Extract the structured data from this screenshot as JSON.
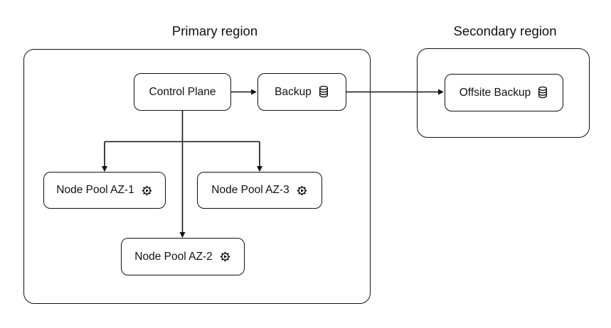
{
  "regions": {
    "primary": {
      "label": "Primary region"
    },
    "secondary": {
      "label": "Secondary region"
    }
  },
  "nodes": {
    "control_plane": {
      "label": "Control Plane"
    },
    "backup": {
      "label": "Backup",
      "icon": "database-icon"
    },
    "offsite_backup": {
      "label": "Offsite Backup",
      "icon": "database-icon"
    },
    "node_pool_az1": {
      "label": "Node Pool AZ-1",
      "icon": "gear-icon"
    },
    "node_pool_az3": {
      "label": "Node Pool AZ-3",
      "icon": "gear-icon"
    },
    "node_pool_az2": {
      "label": "Node Pool AZ-2",
      "icon": "gear-icon"
    }
  },
  "edges": [
    {
      "from": "Control Plane",
      "to": "Backup",
      "type": "arrow"
    },
    {
      "from": "Backup",
      "to": "Offsite Backup",
      "type": "arrow"
    },
    {
      "from": "Control Plane",
      "to": "Node Pool AZ-1",
      "type": "arrow"
    },
    {
      "from": "Control Plane",
      "to": "Node Pool AZ-2",
      "type": "arrow"
    },
    {
      "from": "Control Plane",
      "to": "Node Pool AZ-3",
      "type": "arrow"
    }
  ],
  "colors": {
    "stroke": "#111111",
    "text": "#111111",
    "background": "#ffffff"
  }
}
